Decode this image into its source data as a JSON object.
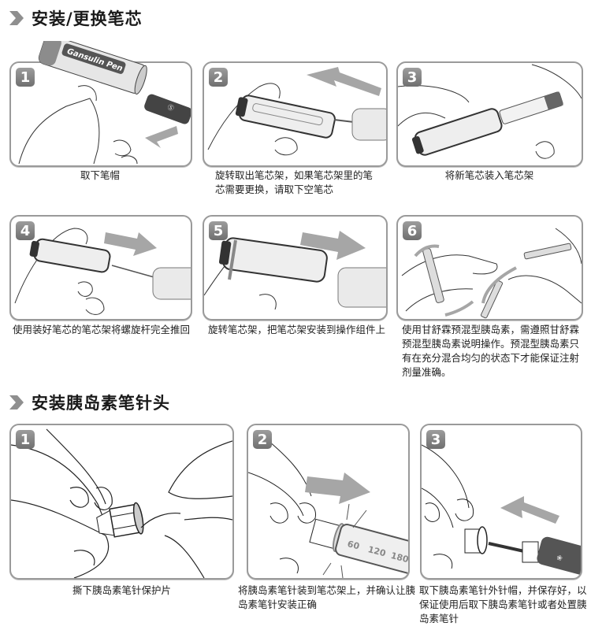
{
  "sections": [
    {
      "title": "安装/更换笔芯",
      "steps": [
        {
          "number": "1",
          "caption": "取下笔帽",
          "illustration": "remove-pen-cap",
          "pen_label": "Gansulin Pen"
        },
        {
          "number": "2",
          "caption": "旋转取出笔芯架，如果笔芯架里的笔芯需要更换，请取下空笔芯",
          "illustration": "twist-out-cartridge-holder"
        },
        {
          "number": "3",
          "caption": "将新笔芯装入笔芯架",
          "illustration": "insert-new-cartridge"
        },
        {
          "number": "4",
          "caption": "使用装好笔芯的笔芯架将螺旋杆完全推回",
          "illustration": "push-back-lead-screw"
        },
        {
          "number": "5",
          "caption": "旋转笔芯架，把笔芯架安装到操作组件上",
          "illustration": "attach-cartridge-holder"
        },
        {
          "number": "6",
          "caption": "使用甘舒霖预混型胰岛素，需遵照甘舒霖预混型胰岛素说明操作。预混型胰岛素只有在充分混合均匀的状态下才能保证注射剂量准确。",
          "illustration": "mix-premixed-insulin"
        }
      ]
    },
    {
      "title": "安装胰岛素笔针头",
      "steps": [
        {
          "number": "1",
          "caption": "撕下胰岛素笔针保护片",
          "illustration": "peel-needle-tab"
        },
        {
          "number": "2",
          "caption": "将胰岛素笔针装到笔芯架上，并确认让胰岛素笔针安装正确",
          "illustration": "attach-needle",
          "scale_marks": [
            "60",
            "120",
            "180"
          ]
        },
        {
          "number": "3",
          "caption": "取下胰岛素笔针外针帽，并保存好，以保证使用后取下胰岛素笔针或者处置胰岛素笔针",
          "illustration": "remove-outer-needle-cap"
        }
      ]
    }
  ],
  "colors": {
    "frame": "#9a9a9a",
    "badge": "#7d7d7d",
    "arrow": "#a6a6a6",
    "title": "#1a1a1a"
  }
}
